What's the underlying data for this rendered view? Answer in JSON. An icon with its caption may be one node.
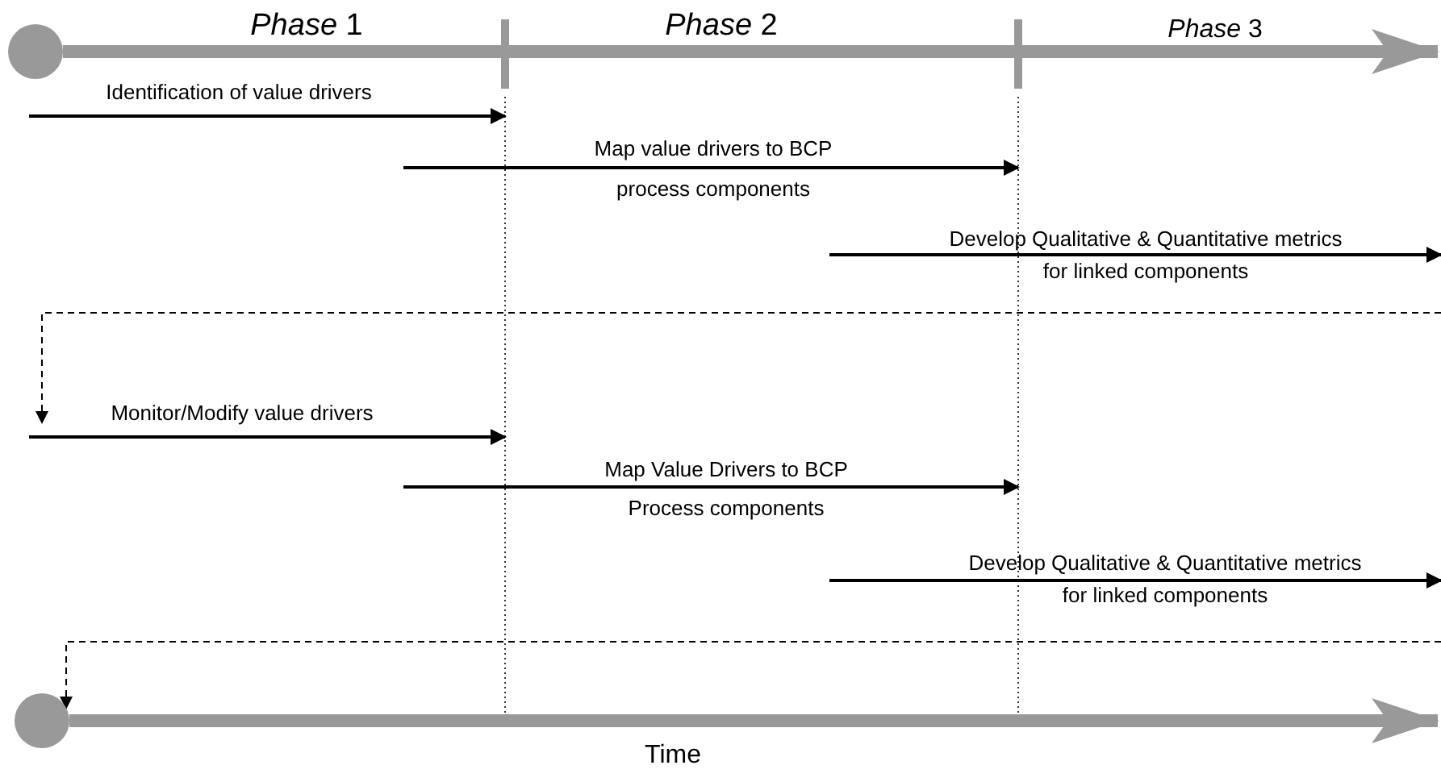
{
  "diagram": {
    "nodes": [
      {
        "text": [],
        "shape": "circle"
      },
      {
        "text": [],
        "shape": "circle"
      }
    ],
    "edges": [
      {
        "from": 0,
        "to": null,
        "arrow": "to"
      },
      {
        "from": 1,
        "to": null,
        "arrow": "to"
      },
      {
        "from": null,
        "to": 1,
        "arrow": "to",
        "style": "dashed",
        "color": "#000000"
      }
    ],
    "labels": [
      "*Phase* 1",
      "*Phase* 2",
      "*Phase* 3",
      "Identification of value drivers",
      "Map value drivers to BCP",
      "process components",
      "Develop Qualitative & Quantitative metrics",
      "for linked components",
      "Monitor/Modify value drivers",
      "Map Value Drivers to BCP",
      "Process components",
      "Develop Qualitative & Quantitative metrics",
      "for linked components",
      "Time"
    ]
  }
}
